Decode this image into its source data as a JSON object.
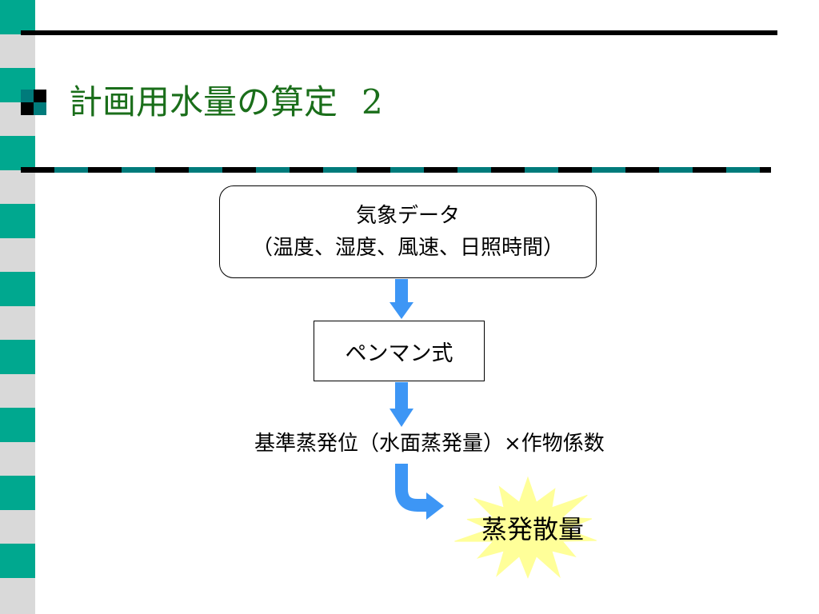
{
  "slide": {
    "title": "計画用水量の算定",
    "title_number": "2"
  },
  "flow": {
    "weather_box": {
      "line1": "気象データ",
      "line2": "（温度、湿度、風速、日照時間）"
    },
    "method_box": {
      "label": "ペンマン式"
    },
    "formula_text": "基準蒸発位（水面蒸発量）×作物係数",
    "result_text": "蒸発散量"
  },
  "colors": {
    "title": "#1a6e1a",
    "stripe": "#d9d9d9",
    "tile": "#00a88f",
    "arrow": "#3d96f5",
    "burst": "#ffff99"
  }
}
